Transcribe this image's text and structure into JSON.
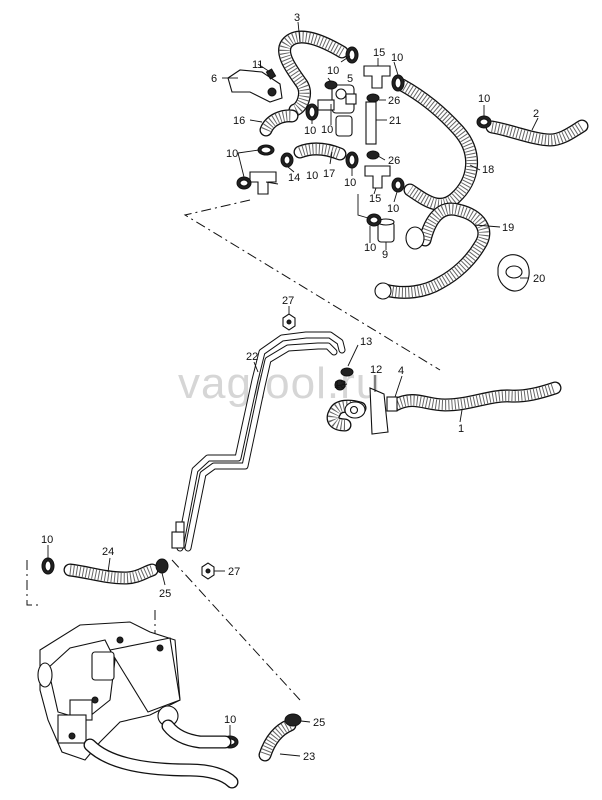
{
  "watermark": "vagtool.ru",
  "callouts": {
    "n1": "1",
    "n2": "2",
    "n3": "3",
    "n4": "4",
    "n5": "5",
    "n6": "6",
    "n9": "9",
    "n10": "10",
    "n11": "11",
    "n12": "12",
    "n13": "13",
    "n14": "14",
    "n15": "15",
    "n16": "16",
    "n17": "17",
    "n18": "18",
    "n19": "19",
    "n20": "20",
    "n21": "21",
    "n22": "22",
    "n23": "23",
    "n24": "24",
    "n25": "25",
    "n26": "26",
    "n27": "27"
  }
}
